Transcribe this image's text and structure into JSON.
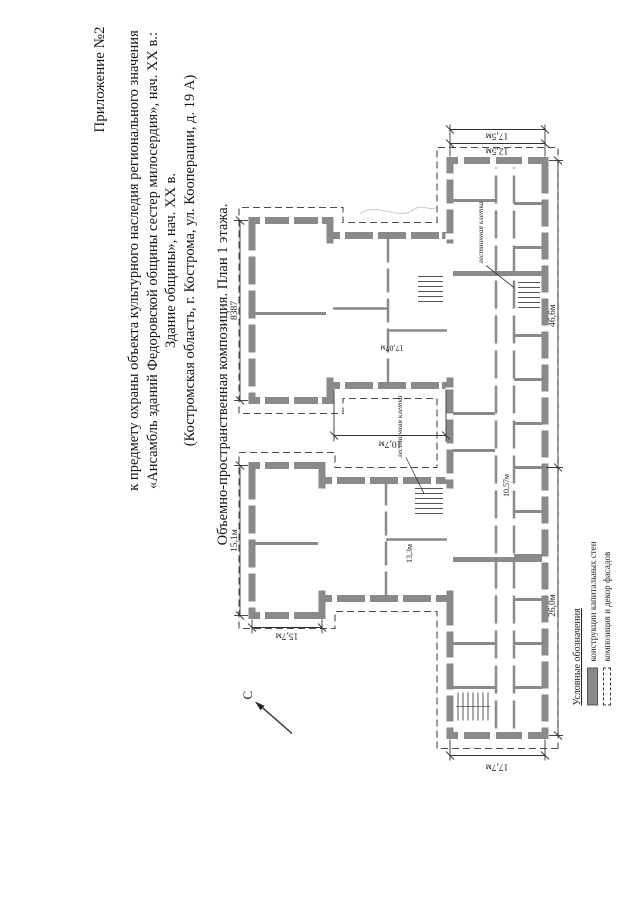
{
  "page": {
    "appendix_label": "Приложение №2",
    "title_lines": [
      "к предмету охраны объекта культурного наследия регионального значения",
      "«Ансамбль зданий Федоровской общины сестер милосердия», нач. XX в.:",
      "Здание общины», нач. XX в.",
      "(Костромская область, г. Кострома, ул. Кооперации, д. 19 А)"
    ],
    "caption": "Объемно-пространственная композиция. План 1 этажа."
  },
  "plan": {
    "north_label": "С",
    "dimension_labels": {
      "main_left": "17,7м",
      "right_end_inner": "12,5м",
      "right_end_outer": "17,5м",
      "bottom_left": "26,0м",
      "bottom_right": "46,6м",
      "right_wing_top": "8387",
      "left_wing_top": "15,1м",
      "left_wing_side": "15,7м",
      "between_wings": "10,7м",
      "right_wing_inner": "17,07м",
      "corridor": "10,57м",
      "left_stem_inner": "13,3м"
    },
    "annotations": {
      "stair_note_1": "лестничная клетка",
      "stair_note_2": "лестничная клетка"
    }
  },
  "legend": {
    "title": "Условные обозначения",
    "items": [
      {
        "label": "конструкции капитальных стен"
      },
      {
        "label": "композиция и декор фасадов"
      }
    ]
  },
  "colors": {
    "wall_gray": "#8a8a8a",
    "line_dark": "#2f2f2f",
    "paper": "#ffffff"
  }
}
